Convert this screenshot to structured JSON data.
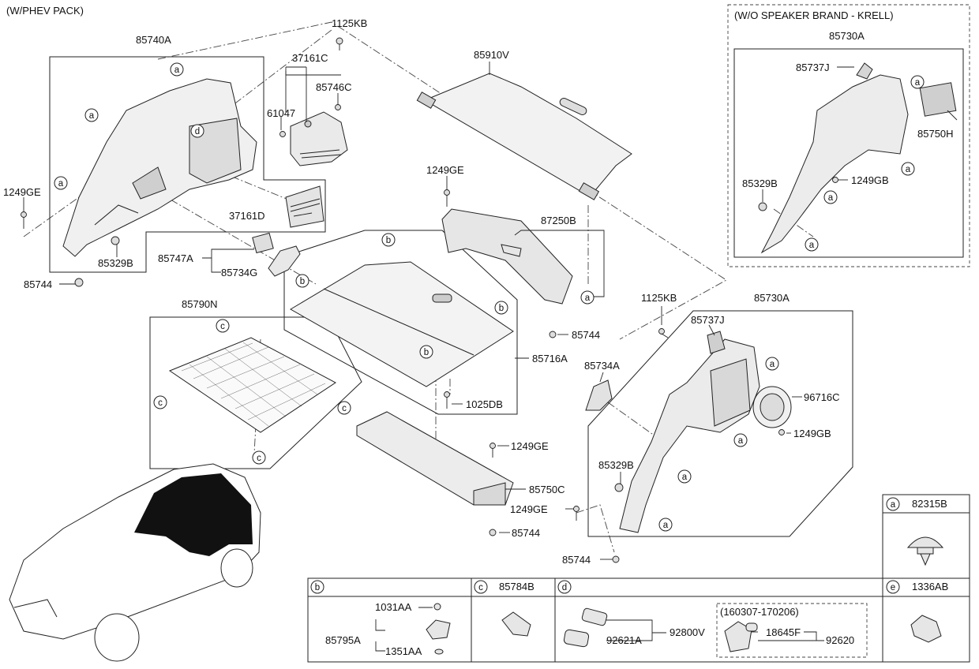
{
  "header": {
    "variant": "(W/PHEV PACK)"
  },
  "krell_box": {
    "title": "(W/O SPEAKER BRAND - KRELL)"
  },
  "labels": {
    "p85740A": "85740A",
    "p1125KB_top": "1125KB",
    "p37161C": "37161C",
    "p85746C": "85746C",
    "p61047": "61047",
    "p37161D": "37161D",
    "p85910V": "85910V",
    "p1249GE_left": "1249GE",
    "p85329B_left": "85329B",
    "p85744_left": "85744",
    "p85747A": "85747A",
    "p85734G": "85734G",
    "p1249GE_mid": "1249GE",
    "p87250B": "87250B",
    "p85744_mid": "85744",
    "p85790N": "85790N",
    "p85716A": "85716A",
    "p1025DB": "1025DB",
    "p1249GE_tray": "1249GE",
    "p85750C": "85750C",
    "p1249GE_low": "1249GE",
    "p85744_tray": "85744",
    "p1125KB_right": "1125KB",
    "p85730A_right": "85730A",
    "p85737J_right": "85737J",
    "p85734A": "85734A",
    "p96716C": "96716C",
    "p1249GB_right": "1249GB",
    "p85329B_right": "85329B",
    "p85744_right": "85744",
    "p85730A_krell": "85730A",
    "p85737J_krell": "85737J",
    "p85750H": "85750H",
    "p1249GB_krell": "1249GB",
    "p85329B_krell": "85329B"
  },
  "callouts": {
    "a": "a",
    "b": "b",
    "c": "c",
    "d": "d",
    "e": "e"
  },
  "legend": {
    "a_part": "82315B",
    "c_part": "85784B",
    "e_part": "1336AB",
    "b_1031AA": "1031AA",
    "b_85795A": "85795A",
    "b_1351AA": "1351AA",
    "d_92621A": "92621A",
    "d_92800V": "92800V",
    "d_date_range": "(160307-170206)",
    "d_18645F": "18645F",
    "d_92620": "92620"
  }
}
